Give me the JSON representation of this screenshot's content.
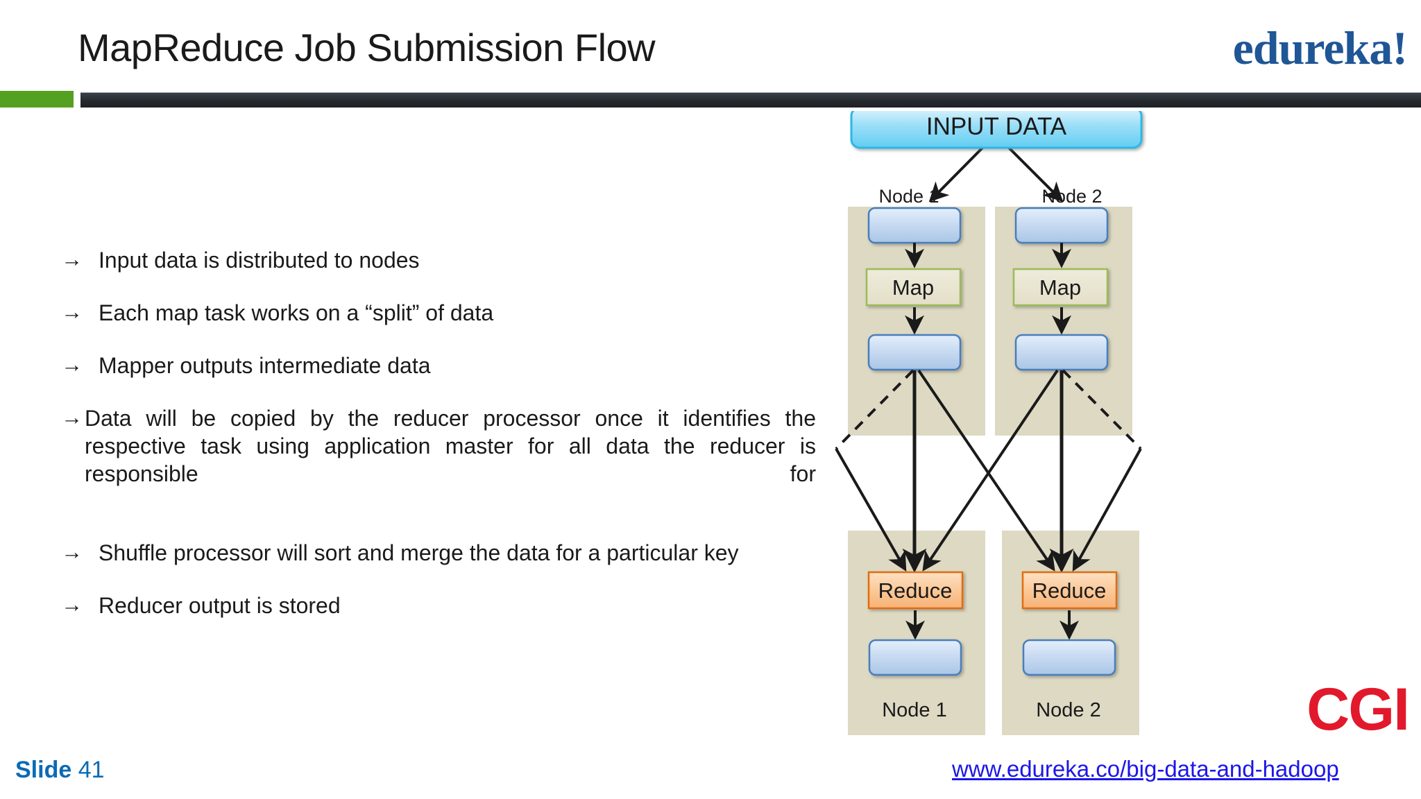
{
  "header": {
    "title": "MapReduce Job Submission Flow",
    "brand": "edureka!",
    "rule_green_color": "#54a021",
    "rule_dark_color": "#262a30"
  },
  "body": {
    "bullet_marker": "→",
    "bullets": [
      "Input data is distributed to nodes",
      "Each map task works on a “split” of data",
      "Mapper outputs intermediate data",
      "Data will be copied by the reducer processor once it identifies the respective task using application master for all data the reducer is responsible for",
      "Shuffle processor will sort and merge the data for a particular key",
      "Reducer output is stored"
    ]
  },
  "diagram": {
    "input_box": "INPUT DATA",
    "top_nodes": [
      {
        "label": "Node 1",
        "stage": "Map"
      },
      {
        "label": "Node 2",
        "stage": "Map"
      }
    ],
    "bottom_nodes": [
      {
        "label": "Node 1",
        "stage": "Reduce"
      },
      {
        "label": "Node 2",
        "stage": "Reduce"
      }
    ],
    "colors": {
      "node_panel": "#ddd9c3",
      "data_box_fill": "#b9cee9",
      "data_box_border": "#4a7ebb",
      "map_border": "#9bbb59",
      "map_fill": "#e9e5d0",
      "reduce_fill": "#fac090",
      "reduce_border": "#e36c0a",
      "input_fill": "#7fd6f7",
      "input_border": "#29b8e8",
      "arrow": "#1a1a1a"
    }
  },
  "footer": {
    "slide_label": "Slide",
    "slide_number": "41",
    "link": "www.edureka.co/big-data-and-hadoop",
    "partner_logo": "CGI",
    "link_color": "#1b16e8",
    "slide_number_color": "#0b6bb5",
    "partner_color": "#e2192c"
  }
}
